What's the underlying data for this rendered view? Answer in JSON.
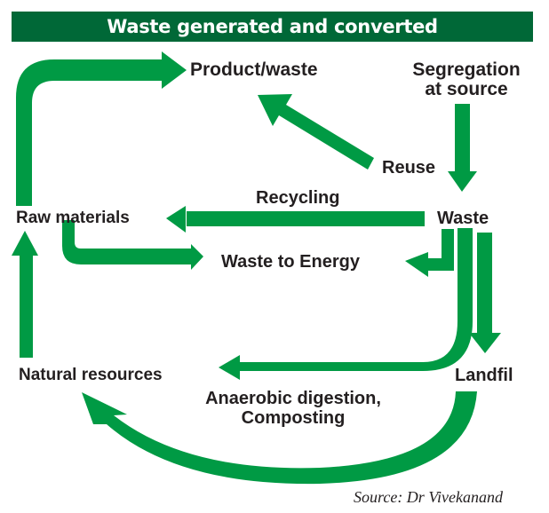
{
  "title": "Waste generated and converted",
  "colors": {
    "title_bg": "#006837",
    "arrow": "#009a44",
    "text": "#231f20"
  },
  "nodes": {
    "product_waste": "Product/waste",
    "segregation_line1": "Segregation",
    "segregation_line2": "at source",
    "reuse": "Reuse",
    "recycling": "Recycling",
    "raw_materials": "Raw materials",
    "waste": "Waste",
    "waste_to_energy": "Waste to Energy",
    "natural_resources": "Natural resources",
    "landfil": "Landfil",
    "anaerobic_line1": "Anaerobic digestion,",
    "anaerobic_line2": "Composting"
  },
  "edges": [
    {
      "from": "Raw materials",
      "to": "Product/waste"
    },
    {
      "from": "Reuse",
      "to": "Product/waste"
    },
    {
      "from": "Segregation at source",
      "to": "Waste"
    },
    {
      "from": "Waste",
      "to": "Raw materials",
      "label": "Recycling"
    },
    {
      "from": "Raw materials",
      "to": "Waste to Energy"
    },
    {
      "from": "Waste",
      "to": "Waste to Energy"
    },
    {
      "from": "Waste",
      "to": "Natural resources",
      "label": "Anaerobic digestion, Composting"
    },
    {
      "from": "Waste",
      "to": "Landfil"
    },
    {
      "from": "Landfil",
      "to": "Natural resources"
    },
    {
      "from": "Natural resources",
      "to": "Raw materials"
    }
  ],
  "source": "Source: Dr Vivekanand"
}
